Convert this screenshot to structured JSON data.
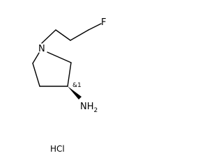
{
  "molecule": {
    "atoms": {
      "fluorine": "F",
      "nitrogen": "N",
      "amine_main": "NH",
      "amine_subscript": "2",
      "stereo_label": "&1"
    },
    "salt": "HCl"
  }
}
